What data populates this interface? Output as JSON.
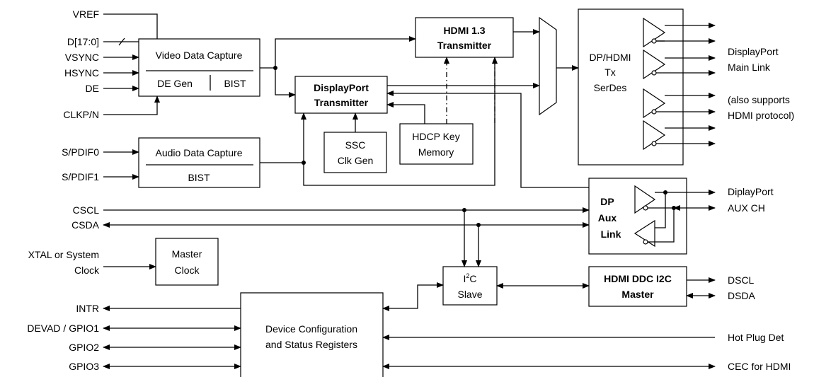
{
  "inputs": {
    "vref": "VREF",
    "d": "D[17:0]",
    "vsync": "VSYNC",
    "hsync": "HSYNC",
    "de": "DE",
    "clkpn": "CLKP/N",
    "spdif0": "S/PDIF0",
    "spdif1": "S/PDIF1",
    "cscl": "CSCL",
    "csda": "CSDA",
    "xtal_line1": "XTAL or System",
    "xtal_line2": "Clock",
    "intr": "INTR",
    "devad": "DEVAD / GPIO1",
    "gpio2": "GPIO2",
    "gpio3": "GPIO3"
  },
  "blocks": {
    "video_capture": {
      "title": "Video Data Capture",
      "sub_left": "DE Gen",
      "sub_right": "BIST"
    },
    "audio_capture": {
      "title": "Audio Data Capture",
      "sub": "BIST"
    },
    "hdmi_tx": {
      "line1": "HDMI 1.3",
      "line2": "Transmitter"
    },
    "dp_tx": {
      "line1": "DisplayPort",
      "line2": "Transmitter"
    },
    "ssc": {
      "line1": "SSC",
      "line2": "Clk Gen"
    },
    "hdcp": {
      "line1": "HDCP Key",
      "line2": "Memory"
    },
    "serdes": {
      "line1": "DP/HDMI",
      "line2": "Tx",
      "line3": "SerDes"
    },
    "aux": {
      "line1": "DP",
      "line2": "Aux",
      "line3": "Link"
    },
    "master_clock": {
      "line1": "Master",
      "line2": "Clock"
    },
    "i2c_slave": {
      "prefix": "I",
      "sup": "2",
      "suffix": "C",
      "line2": "Slave"
    },
    "ddc_master": {
      "line1": "HDMI DDC I2C",
      "line2": "Master"
    },
    "config": {
      "line1": "Device Configuration",
      "line2": "and Status Registers"
    }
  },
  "outputs": {
    "dp_main_line1": "DisplayPort",
    "dp_main_line2": "Main Link",
    "hdmi_note_line1": "(also supports",
    "hdmi_note_line2": "HDMI protocol)",
    "aux_line1": "DiplayPort",
    "aux_line2": "AUX CH",
    "dscl": "DSCL",
    "dsda": "DSDA",
    "hpd": "Hot Plug Det",
    "cec": "CEC for HDMI"
  }
}
